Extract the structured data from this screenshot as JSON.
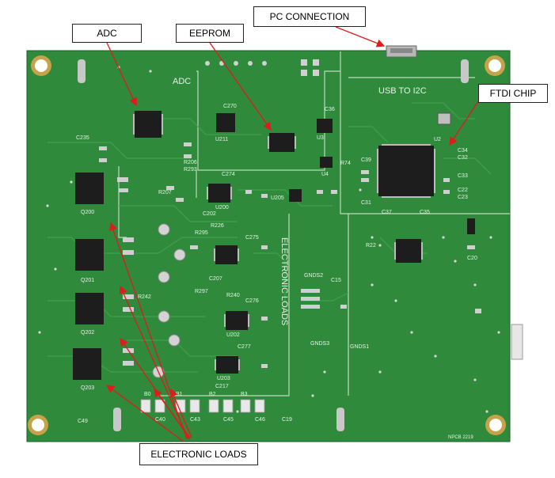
{
  "callouts": {
    "adc": "ADC",
    "eeprom": "EEPROM",
    "pc_connection": "PC CONNECTION",
    "ftdi_chip": "FTDI CHIP",
    "electronic_loads": "ELECTRONIC LOADS"
  },
  "silkscreen": {
    "adc": "ADC",
    "usb_to_i2c": "USB TO I2C",
    "electronic_loads": "ELECTRONIC LOADS",
    "q200": "Q200",
    "q201": "Q201",
    "q202": "Q202",
    "q203": "Q203",
    "u211": "U211",
    "u200": "U200",
    "u202": "U202",
    "u203": "U203",
    "u3": "U3",
    "u4": "U4",
    "u2": "U2",
    "u205": "U205",
    "gnds1": "GNDS1",
    "gnds2": "GNDS2",
    "gnds3": "GNDS3",
    "b0": "B0",
    "b1": "B1",
    "b2": "B2",
    "b3": "B3",
    "c40": "C40",
    "c43": "C43",
    "c45": "C45",
    "c46": "C46",
    "c19": "C19",
    "c49": "C49",
    "c235": "C235",
    "c270": "C270",
    "c36": "C36",
    "c39": "C39",
    "c31": "C31",
    "c37": "C37",
    "c35": "C35",
    "c34": "C34",
    "c32": "C32",
    "c33": "C33",
    "c22": "C22",
    "c23": "C23",
    "c20": "C20",
    "c15": "C15",
    "c274": "C274",
    "c202": "C202",
    "c275": "C275",
    "c207": "C207",
    "c276": "C276",
    "c277": "C277",
    "c217": "C217",
    "r206": "R206",
    "r293": "R293",
    "r207": "R207",
    "r226": "R226",
    "r295": "R295",
    "r297": "R297",
    "r240": "R240",
    "r242": "R242",
    "r22": "R22",
    "r74": "R74",
    "pcb": "NPCB 2219"
  },
  "colors": {
    "board": "#2f8a3c",
    "board_dark": "#236b2d",
    "trace": "#3fa14d",
    "silk": "#e9f1e6",
    "chip": "#1d1d1d",
    "pad": "#c9c9c9",
    "gold": "#c6a24a",
    "arrow": "#e01b1b"
  }
}
